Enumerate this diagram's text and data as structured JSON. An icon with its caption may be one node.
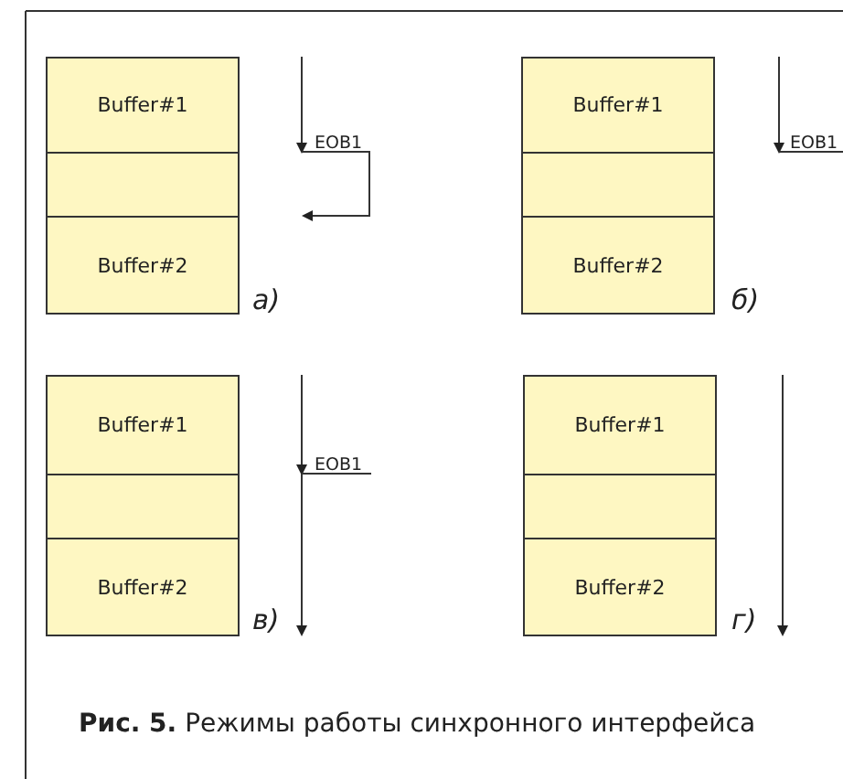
{
  "diagram": {
    "caption": "**Рис. 5.** Режимы работы синхронного интерфейса",
    "nodes": [
      {
        "text": [
          "Buffer#1"
        ]
      },
      {
        "text": [],
        "shape": "box"
      },
      {
        "text": [
          "Buffer#2"
        ]
      },
      {
        "text": [
          "Buffer#1"
        ]
      },
      {
        "text": [],
        "shape": "box"
      },
      {
        "text": [
          "Buffer#2"
        ]
      },
      {
        "text": [
          "Buffer#1"
        ]
      },
      {
        "text": [],
        "shape": "box"
      },
      {
        "text": [
          "Buffer#2"
        ]
      },
      {
        "text": [
          "Buffer#1"
        ]
      },
      {
        "text": [],
        "shape": "box"
      },
      {
        "text": [
          "Buffer#2"
        ]
      }
    ],
    "labels": [
      "EOB1",
      "а)",
      "EOB1",
      "б)",
      "EOB1",
      "в)",
      "г)"
    ]
  }
}
